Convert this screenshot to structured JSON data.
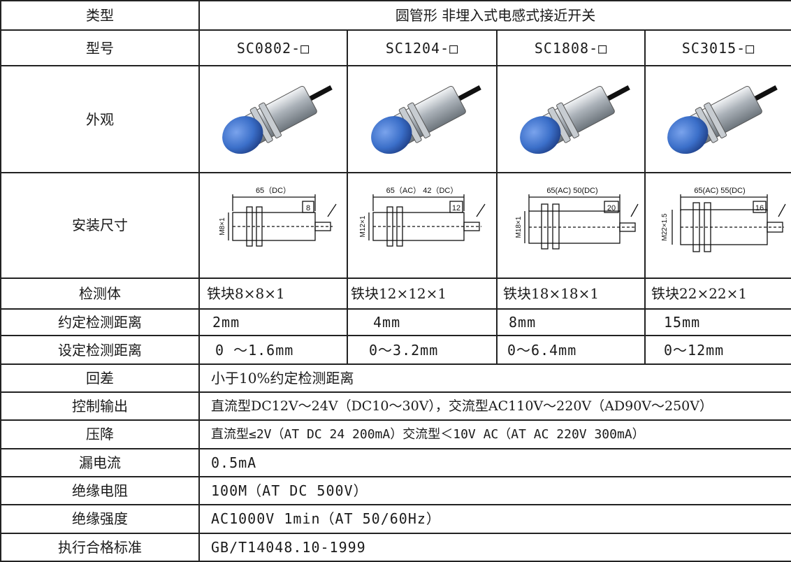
{
  "rows": {
    "type": {
      "label": "类型",
      "value": "圆管形  非埋入式电感式接近开关"
    },
    "model": {
      "label": "型号",
      "values": [
        "SC0802-□",
        "SC1204-□",
        "SC1808-□",
        "SC3015-□"
      ]
    },
    "appearance": {
      "label": "外观"
    },
    "mount": {
      "label": "安装尺寸",
      "dims": [
        {
          "top": "65（DC）",
          "side": "M8×1",
          "end": "8"
        },
        {
          "top": "65（AC）  42（DC）",
          "side": "M12×1",
          "end": "12"
        },
        {
          "top": "65(AC) 50(DC)",
          "side": "M18×1",
          "end": "20"
        },
        {
          "top": "65(AC) 55(DC)",
          "side": "M22×1.5",
          "end": "16"
        }
      ]
    },
    "target": {
      "label": "检测体",
      "values": [
        "铁块8×8×1",
        "铁块12×12×1",
        "铁块18×18×1",
        "铁块22×22×1"
      ]
    },
    "rated_distance": {
      "label": "约定检测距离",
      "values": [
        "2mm",
        "4mm",
        "8mm",
        "15mm"
      ]
    },
    "set_distance": {
      "label": "设定检测距离",
      "values": [
        "0 ～1.6mm",
        "0～3.2mm",
        "0～6.4mm",
        "0～12mm"
      ]
    },
    "hysteresis": {
      "label": "回差",
      "value": "小于10%约定检测距离"
    },
    "output": {
      "label": "控制输出",
      "value": "直流型DC12V～24V（DC10～30V），交流型AC110V～220V（AD90V～250V）"
    },
    "voltage_drop": {
      "label": "压降",
      "value": "直流型≤2V（AT  DC  24  200mA）交流型＜10V    AC（AT  AC  220V  300mA）"
    },
    "leakage": {
      "label": "漏电流",
      "value": "0.5mA"
    },
    "insulation_resistance": {
      "label": "绝缘电阻",
      "value": "100M（AT  DC  500V）"
    },
    "insulation_strength": {
      "label": "绝缘强度",
      "value": "AC1000V  1min（AT  50/60Hz）"
    },
    "standard": {
      "label": "执行合格标准",
      "value": "GB/T14048.10-1999"
    }
  },
  "icons": {
    "sensor": "proximity-sensor-icon",
    "dimension": "dimension-drawing-icon"
  },
  "colors": {
    "sensor_cap": "#3b6fc9",
    "sensor_body": "#c9ced3",
    "border": "#222222"
  }
}
